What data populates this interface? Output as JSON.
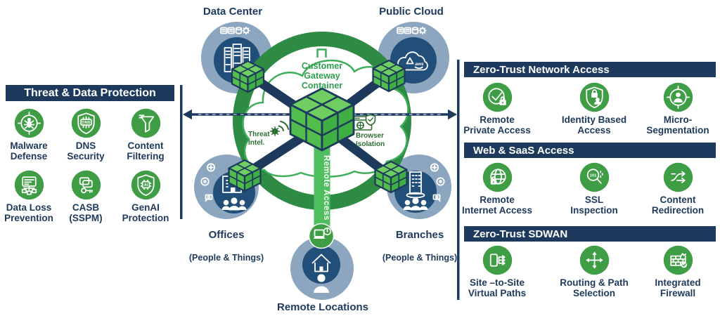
{
  "colors": {
    "navy": "#1d3a5c",
    "node_blue": "#224f7a",
    "node_gray_blue": "#8ca6bf",
    "icon_green": "#3f9d46",
    "ring_green": "#2e8b44",
    "cube_green": "#54c052",
    "ribbon_green": "#4fbe5f",
    "dark_green": "#2c6e34",
    "gateway_text_green": "#2f9e52"
  },
  "left_panel": {
    "title": "Threat & Data Protection",
    "items": [
      {
        "label": "Malware\nDefense",
        "icon": "bug-crosshair-icon"
      },
      {
        "label": "DNS\nSecurity",
        "icon": "dns-shield-icon",
        "icon_text": "DNS"
      },
      {
        "label": "Content\nFiltering",
        "icon": "funnel-icon"
      },
      {
        "label": "Data Loss\nPrevention",
        "icon": "data-flow-icon"
      },
      {
        "label": "CASB\n(SSPM)",
        "icon": "cloud-key-icon"
      },
      {
        "label": "GenAI\nProtection",
        "icon": "ai-shield-icon",
        "icon_text": "AI"
      }
    ]
  },
  "diagram": {
    "center_label": "Customer\nGateway\nContainer",
    "threat_intel_label": "Threat\nIntel.",
    "browser_isolation_label": "Browser\nIsolation",
    "remote_access_label": "Remote Access",
    "aws_label": "aws",
    "nodes": [
      {
        "label": "Data Center"
      },
      {
        "label": "Public Cloud"
      },
      {
        "label": "Offices",
        "sublabel": "(People & Things)"
      },
      {
        "label": "Branches",
        "sublabel": "(People & Things)"
      },
      {
        "label": "Remote Locations"
      }
    ]
  },
  "right_panel": {
    "sections": [
      {
        "title": "Zero-Trust Network Access",
        "items": [
          {
            "label": "Remote\nPrivate Access",
            "icon": "check-lock-icon"
          },
          {
            "label": "Identity Based\nAccess",
            "icon": "identity-shield-icon"
          },
          {
            "label": "Micro-\nSegmentation",
            "icon": "person-crosshair-icon"
          }
        ]
      },
      {
        "title": "Web & SaaS Access",
        "items": [
          {
            "label": "Remote\nInternet Access",
            "icon": "globe-lock-icon"
          },
          {
            "label": "SSL\nInspection",
            "icon": "magnifier-code-icon",
            "icon_text": "101"
          },
          {
            "label": "Content\nRedirection",
            "icon": "split-arrows-icon"
          }
        ]
      },
      {
        "title": "Zero-Trust SDWAN",
        "items": [
          {
            "label": "Site –to-Site\nVirtual Paths",
            "icon": "virtual-paths-icon"
          },
          {
            "label": "Routing & Path\nSelection",
            "icon": "routing-arrows-icon"
          },
          {
            "label": "Integrated\nFirewall",
            "icon": "firewall-icon"
          }
        ]
      }
    ]
  }
}
